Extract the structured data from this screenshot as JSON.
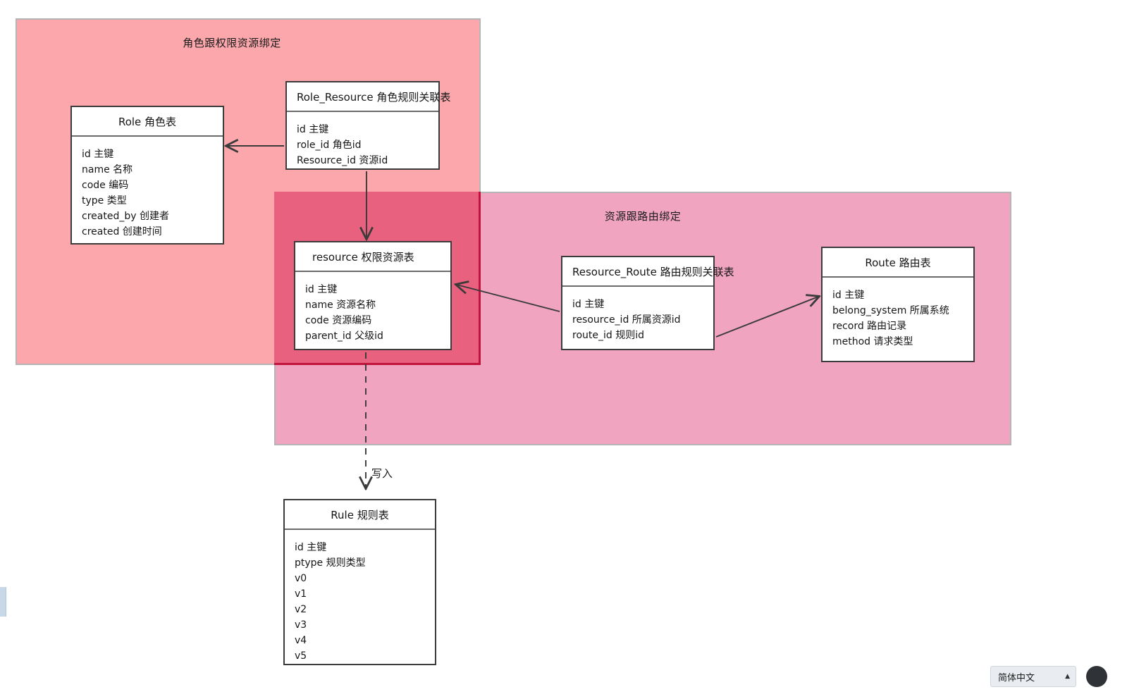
{
  "groups": [
    {
      "id": "role-binding",
      "title": "角色跟权限资源绑定",
      "fill": "#FBA7AB"
    },
    {
      "id": "route-binding",
      "title": "资源跟路由绑定",
      "fill": "#F0A4C0"
    }
  ],
  "overlap": {
    "fill": "#E8627F",
    "border": "#C0143C"
  },
  "tables": [
    {
      "id": "role",
      "title": "Role 角色表",
      "fields": [
        "id 主键",
        "name 名称",
        "code 编码",
        "type 类型",
        "created_by 创建者",
        "created 创建时间"
      ]
    },
    {
      "id": "role-resource",
      "title": "Role_Resource 角色规则关联表",
      "fields": [
        "id 主键",
        "role_id 角色id",
        "Resource_id 资源id"
      ]
    },
    {
      "id": "resource",
      "title": "resource  权限资源表",
      "fields": [
        "id 主键",
        "name 资源名称",
        "code  资源编码",
        "parent_id 父级id"
      ]
    },
    {
      "id": "resource-route",
      "title": "Resource_Route 路由规则关联表",
      "fields": [
        "id 主键",
        "resource_id 所属资源id",
        "route_id 规则id"
      ]
    },
    {
      "id": "route",
      "title": "Route 路由表",
      "fields": [
        "id 主键",
        "belong_system 所属系统",
        "record 路由记录",
        "method 请求类型"
      ]
    },
    {
      "id": "rule",
      "title": "Rule 规则表",
      "fields": [
        "id 主键",
        "ptype 规则类型",
        "v0",
        "v1",
        "v2",
        "v3",
        "v4",
        "v5"
      ]
    }
  ],
  "links": [
    {
      "from": "role-resource",
      "to": "role",
      "style": "solid",
      "label": ""
    },
    {
      "from": "role-resource",
      "to": "resource",
      "style": "solid",
      "label": ""
    },
    {
      "from": "resource-route",
      "to": "resource",
      "style": "solid",
      "label": ""
    },
    {
      "from": "resource-route",
      "to": "route",
      "style": "solid",
      "label": ""
    },
    {
      "from": "resource",
      "to": "rule",
      "style": "dashed",
      "label": "写入"
    }
  ],
  "language_bar": {
    "selected": "简体中文",
    "caret": "▲"
  }
}
